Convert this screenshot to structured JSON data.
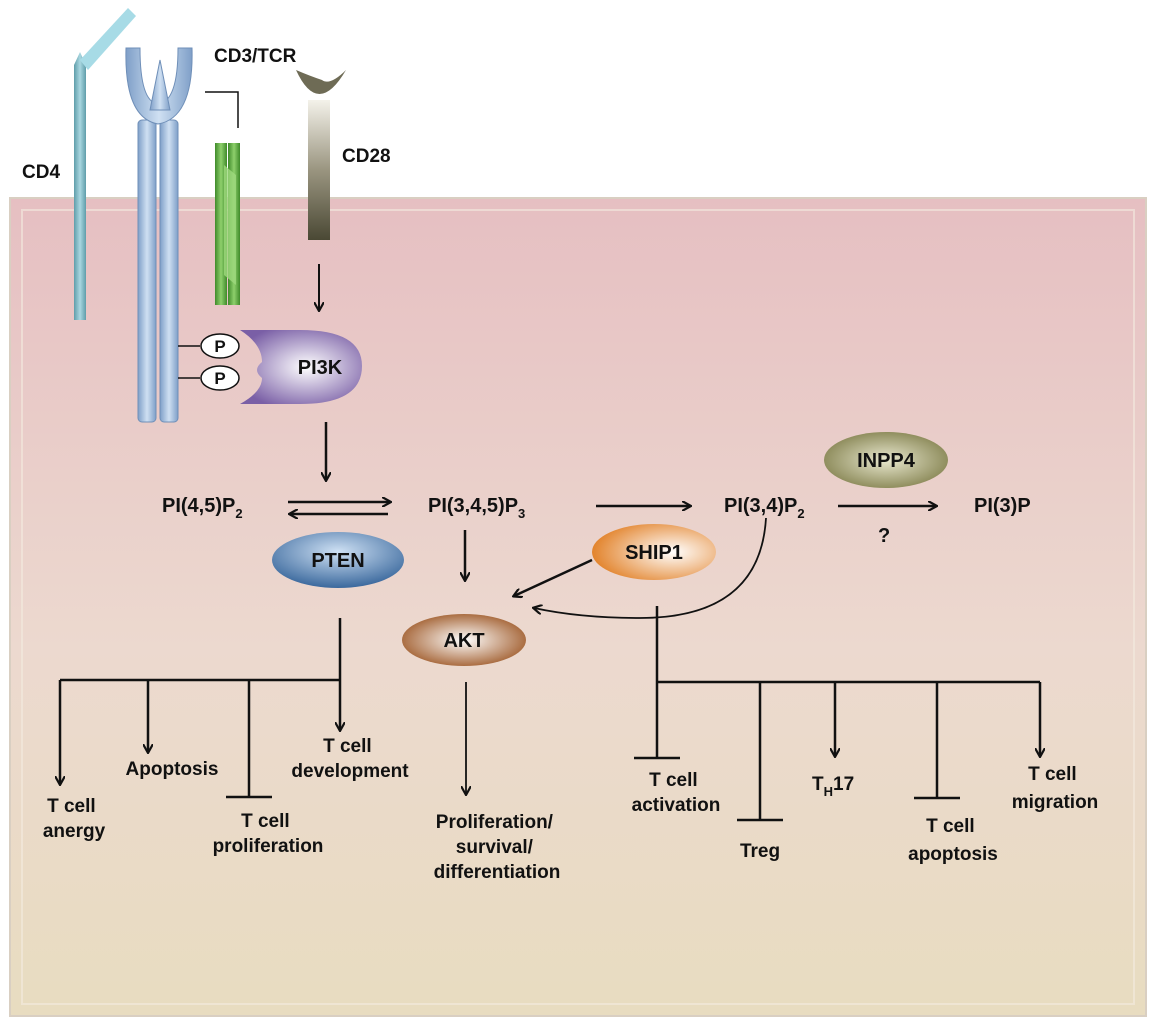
{
  "receptors": {
    "cd4": "CD4",
    "cd3_tcr": "CD3/TCR",
    "cd28": "CD28",
    "phospho_1": "P",
    "phospho_2": "P"
  },
  "enzymes": {
    "pi3k": "PI3K",
    "pten": "PTEN",
    "akt": "AKT",
    "ship1": "SHIP1",
    "inpp4": "INPP4"
  },
  "lipids": {
    "pip2_45_main": "PI(4,5)P",
    "pip2_45_sub": "2",
    "pip3_main": "PI(3,4,5)P",
    "pip3_sub": "3",
    "pip2_34_main": "PI(3,4)P",
    "pip2_34_sub": "2",
    "pi3p": "PI(3)P",
    "unknown": "?"
  },
  "outcomes": {
    "anergy": [
      "T cell",
      "anergy"
    ],
    "apoptosis": "Apoptosis",
    "proliferation": [
      "T cell",
      "proliferation"
    ],
    "development": [
      "T cell",
      "development"
    ],
    "akt_outcome": [
      "Proliferation/",
      "survival/",
      "differentiation"
    ],
    "activation": [
      "T cell",
      "activation"
    ],
    "treg": "Treg",
    "th17_main": "T",
    "th17_sub": "H",
    "th17_tail": "17",
    "t_apoptosis": [
      "T cell",
      "apoptosis"
    ],
    "migration": [
      "T cell",
      "migration"
    ]
  },
  "colors": {
    "cell_top": "#e8c4c6",
    "cell_bottom": "#ece2c8",
    "tcr_blue": "#a9c3e2",
    "cd3_green": "#6bad4a",
    "cd4_teal": "#7fb8c4",
    "cd28_dark": "#5a5740",
    "pi3k_purple": "#8a6fb0",
    "pten_blue": "#3f6fa6",
    "akt_brown": "#a35a22",
    "ship1_orange": "#e88a30",
    "inpp4_olive": "#8c8a55"
  }
}
